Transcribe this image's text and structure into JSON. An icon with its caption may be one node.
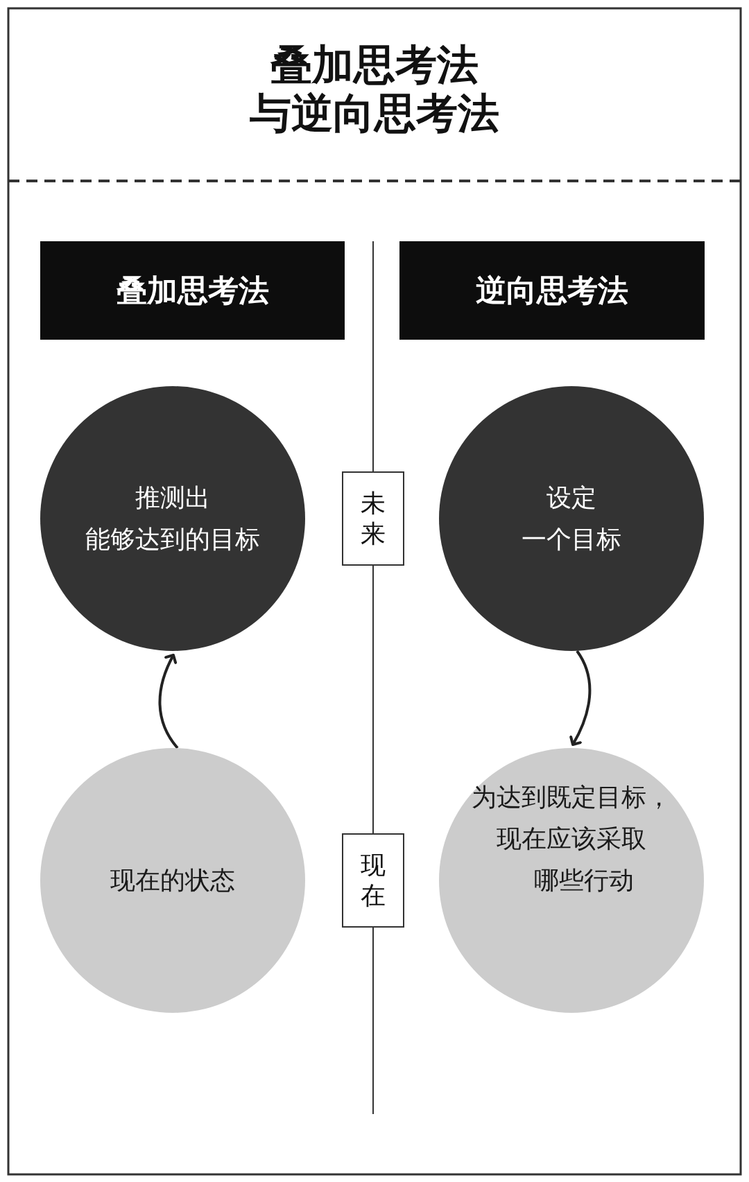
{
  "diagram": {
    "title": "叠加思考法与逆向思考法",
    "nodes": [
      {
        "text": [
          "叠加思考法"
        ]
      },
      {
        "text": [
          "逆向思考法"
        ]
      },
      {
        "text": [
          "推测出能够达到的目标"
        ]
      },
      {
        "text": [
          "现在的状态"
        ]
      },
      {
        "text": [
          "设定一个目标"
        ]
      },
      {
        "text": [
          "为达到既定目标，现在应该采取哪些行动"
        ]
      },
      {
        "text": [
          "未来"
        ]
      },
      {
        "text": [
          "现在"
        ]
      }
    ],
    "edges": [
      {
        "from": 3,
        "to": 2,
        "arrow": "to"
      },
      {
        "from": 4,
        "to": 5,
        "arrow": "to"
      }
    ]
  }
}
